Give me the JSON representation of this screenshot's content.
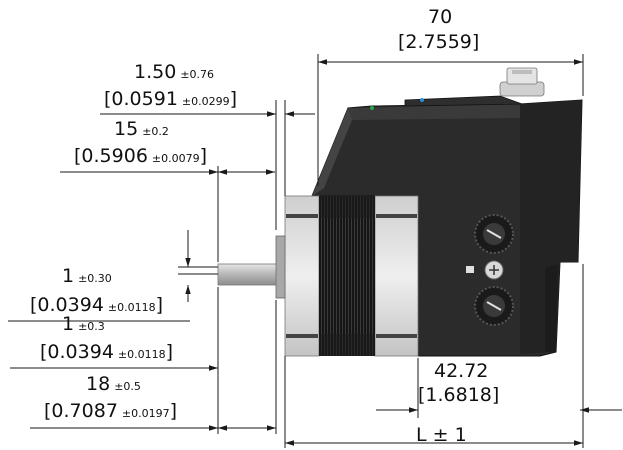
{
  "dimensions": {
    "overall_width": {
      "value": "70",
      "inch": "[2.7559]"
    },
    "flange_gap": {
      "value": "1.50",
      "tol": "±0.76",
      "inch": "0.0591",
      "inch_tol": "±0.0299"
    },
    "pilot_depth": {
      "value": "15",
      "tol": "±0.2",
      "inch": "0.5906",
      "inch_tol": "±0.0079"
    },
    "shaft_flat_a": {
      "value": "1",
      "tol": "±0.30",
      "inch": "0.0394",
      "inch_tol": "±0.0118"
    },
    "shaft_flat_b": {
      "value": "1",
      "tol": "±0.3",
      "inch": "0.0394",
      "inch_tol": "±0.0118"
    },
    "shaft_length": {
      "value": "18",
      "tol": "±0.5",
      "inch": "0.7087",
      "inch_tol": "±0.0197"
    },
    "drive_depth": {
      "value": "42.72",
      "inch": "[1.6818]"
    },
    "motor_length": {
      "value": "L ± 1"
    }
  },
  "colors": {
    "line": "#1a1a1a",
    "drive_body": "#2b2b2b",
    "drive_dark": "#1c1c1c",
    "motor_silver": "#d9d9d9",
    "winding": "#1e1e1e",
    "shaft": "#bfbfbf"
  }
}
